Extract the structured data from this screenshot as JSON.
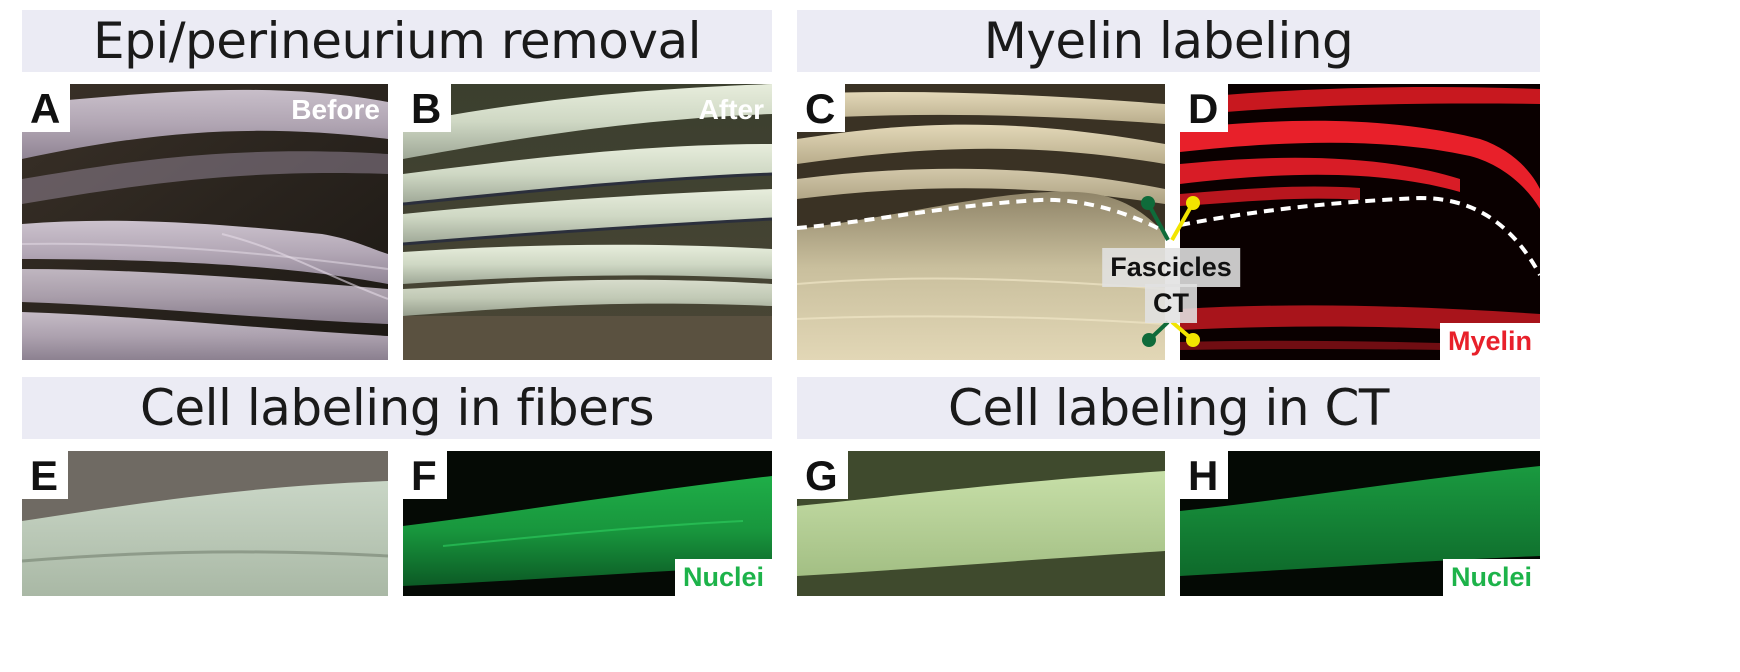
{
  "headers": {
    "epi": "Epi/perineurium removal",
    "myelin": "Myelin labeling",
    "fibers": "Cell labeling in fibers",
    "ct": "Cell labeling in CT"
  },
  "panels": {
    "a": {
      "label": "A",
      "tag": "Before"
    },
    "b": {
      "label": "B",
      "tag": "After"
    },
    "c": {
      "label": "C"
    },
    "d": {
      "label": "D",
      "tag": "Myelin"
    },
    "e": {
      "label": "E"
    },
    "f": {
      "label": "F",
      "tag": "Nuclei"
    },
    "g": {
      "label": "G"
    },
    "h": {
      "label": "H",
      "tag": "Nuclei"
    }
  },
  "annotations": {
    "fascicles": "Fascicles",
    "ct": "CT"
  },
  "colors": {
    "header_bg": "#ebebf4",
    "myelin_red": "#e8202a",
    "nuclei_green": "#1db34a",
    "pointer_dark_green": "#0f6b3a",
    "pointer_yellow": "#f2e500"
  }
}
